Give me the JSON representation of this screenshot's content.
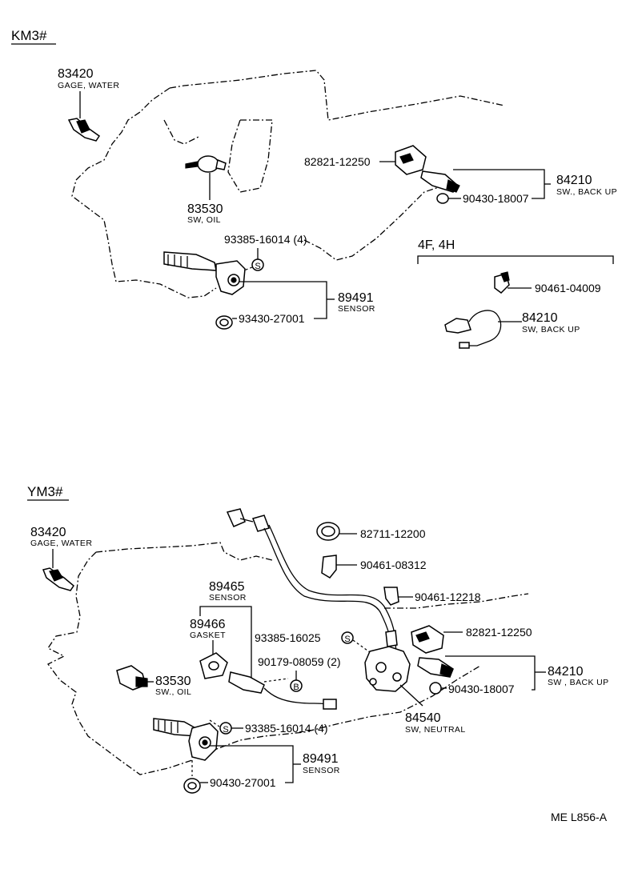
{
  "sections": {
    "km3": {
      "title": "KM3#",
      "water_gage": {
        "part_no": "83420",
        "name": "GAGE, WATER"
      },
      "oil_switch": {
        "part_no": "83530",
        "name": "SW, OIL"
      },
      "connector": {
        "part_no": "82821-12250"
      },
      "backup_switch": {
        "part_no": "84210",
        "name": "SW., BACK UP"
      },
      "gasket": {
        "part_no": "90430-18007"
      },
      "screw": {
        "part_no": "93385-16014 (4)",
        "symbol": "S"
      },
      "sensor": {
        "part_no": "89491",
        "name": "SENSOR"
      },
      "oring": {
        "part_no": "93430-27001"
      }
    },
    "km3_4f4h": {
      "title": "4F, 4H",
      "clamp": {
        "part_no": "90461-04009"
      },
      "backup_switch": {
        "part_no": "84210",
        "name": "SW, BACK UP"
      }
    },
    "ym3": {
      "title": "YM3#",
      "water_gage": {
        "part_no": "83420",
        "name": "GAGE, WATER"
      },
      "clamp_1": {
        "part_no": "82711-12200"
      },
      "clamp_2": {
        "part_no": "90461-08312"
      },
      "clamp_3": {
        "part_no": "90461-12218"
      },
      "speed_sensor": {
        "part_no": "89465",
        "name": "SENSOR"
      },
      "gasket_sensor": {
        "part_no": "89466",
        "name": "GASKET"
      },
      "screw_s1": {
        "part_no": "93385-16025",
        "symbol": "S"
      },
      "bolt": {
        "part_no": "90179-08059 (2)",
        "symbol": "B"
      },
      "connector": {
        "part_no": "82821-12250"
      },
      "backup_switch": {
        "part_no": "84210",
        "name": "SW , BACK UP"
      },
      "gasket_backup": {
        "part_no": "90430-18007"
      },
      "oil_switch": {
        "part_no": "83530",
        "name": "SW., OIL"
      },
      "neutral_switch": {
        "part_no": "84540",
        "name": "SW, NEUTRAL"
      },
      "screw_s2": {
        "part_no": "93385-16014 (4)",
        "symbol": "S"
      },
      "sensor": {
        "part_no": "89491",
        "name": "SENSOR"
      },
      "oring": {
        "part_no": "90430-27001"
      }
    }
  },
  "footer": {
    "code": "ME  L856-A"
  }
}
